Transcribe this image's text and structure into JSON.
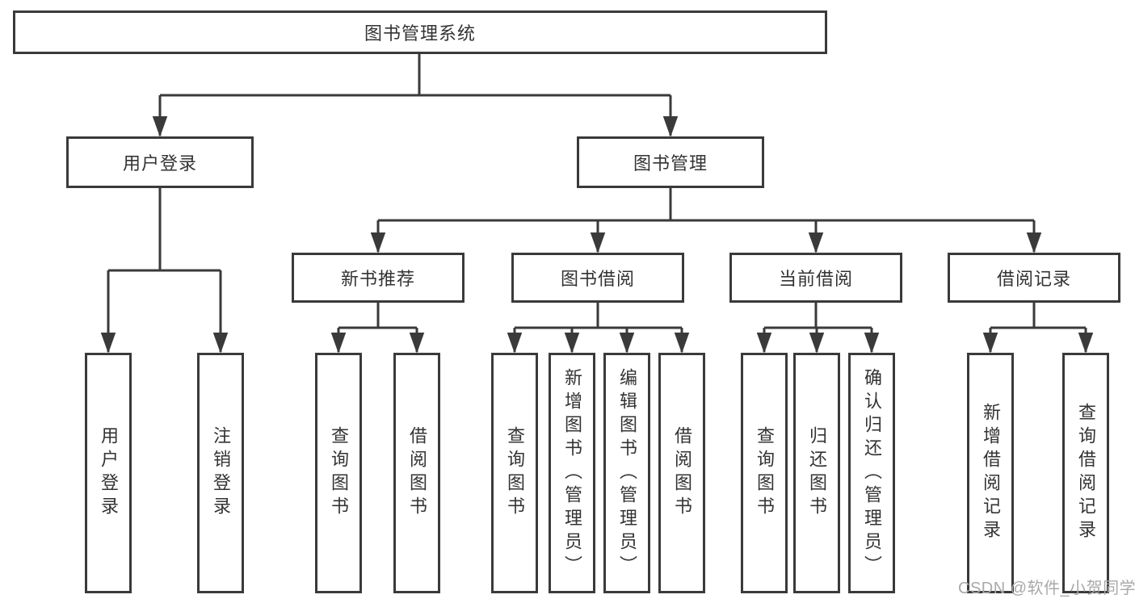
{
  "palette": {
    "background": "#ffffff",
    "line": "#3a3a3a",
    "box_border": "#3a3a3a",
    "box_fill": "#ffffff",
    "text": "#333333",
    "watermark_color": "#a9a9a9"
  },
  "diagram": {
    "root": {
      "label": "图书管理系统"
    },
    "branches": [
      {
        "label": "用户登录",
        "children": [
          {
            "label": "用户登录"
          },
          {
            "label": "注销登录"
          }
        ]
      },
      {
        "label": "图书管理",
        "children": [
          {
            "label": "新书推荐",
            "children": [
              {
                "label": "查询图书"
              },
              {
                "label": "借阅图书"
              }
            ]
          },
          {
            "label": "图书借阅",
            "children": [
              {
                "label": "查询图书"
              },
              {
                "label": "新增图书（管理员）"
              },
              {
                "label": "编辑图书（管理员）"
              },
              {
                "label": "借阅图书"
              }
            ]
          },
          {
            "label": "当前借阅",
            "children": [
              {
                "label": "查询图书"
              },
              {
                "label": "归还图书"
              },
              {
                "label": "确认归还（管理员）"
              }
            ]
          },
          {
            "label": "借阅记录",
            "children": [
              {
                "label": "新增借阅记录"
              },
              {
                "label": "查询借阅记录"
              }
            ]
          }
        ]
      }
    ]
  },
  "watermark": {
    "text": "CSDN @软件_小贺同学"
  }
}
